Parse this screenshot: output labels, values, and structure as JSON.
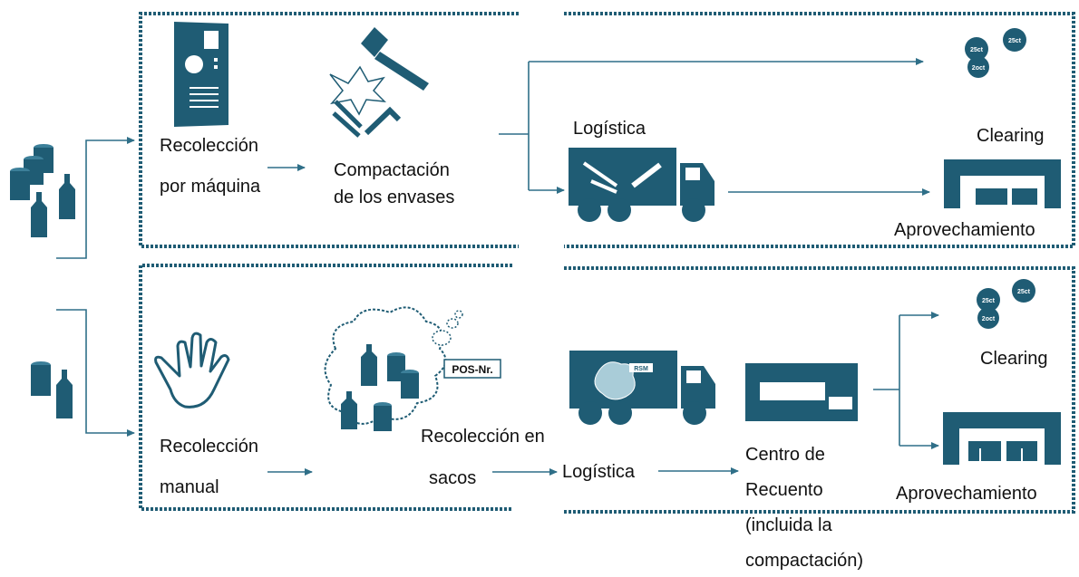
{
  "colors": {
    "accent": "#1f5c74",
    "accent_light": "#a9ccd8",
    "text": "#111111"
  },
  "row_machine": {
    "collection_label": [
      "Recolección",
      "por máquina"
    ],
    "compaction_label": [
      "Compactación",
      "de los envases"
    ],
    "logistics_label": "Logística",
    "clearing_label": "Clearing",
    "recycling_label": "Aprovechamiento",
    "coin_labels": [
      "25ct",
      "25ct",
      "2oct"
    ]
  },
  "row_manual": {
    "collection_label": [
      "Recolección",
      "manual"
    ],
    "bags_label": [
      "Recolección en",
      "sacos"
    ],
    "bag_tag": "POS-Nr.",
    "logistics_label": "Logística",
    "counting_center_label": [
      "Centro de",
      "Recuento",
      "(incluida la",
      "compactación)"
    ],
    "clearing_label": "Clearing",
    "recycling_label": "Aprovechamiento",
    "coin_labels": [
      "25ct",
      "25ct",
      "2oct"
    ],
    "truck_tag": "RSM"
  },
  "icons": [
    "bottles-cans-icon",
    "reverse-vending-machine-icon",
    "hammer-compaction-icon",
    "truck-icon",
    "coins-icon",
    "recycling-plant-icon",
    "hand-icon",
    "bag-cloud-icon",
    "counting-center-icon"
  ]
}
